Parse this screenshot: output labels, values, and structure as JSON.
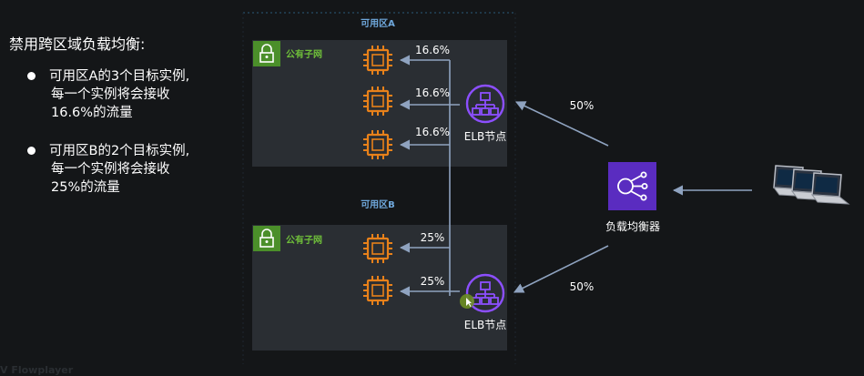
{
  "left_panel": {
    "title": "禁用跨区域负载均衡:",
    "bullets": [
      {
        "lines": [
          "可用区A的3个目标实例,",
          "每一个实例将会接收",
          "16.6%的流量"
        ]
      },
      {
        "lines": [
          "可用区B的2个目标实例,",
          "每一个实例将会接收",
          "25%的流量"
        ]
      }
    ]
  },
  "zones": {
    "a": {
      "label": "可用区A",
      "subnet_label": "公有子网",
      "targets": [
        "16.6%",
        "16.6%",
        "16.6%"
      ],
      "elb_label": "ELB节点"
    },
    "b": {
      "label": "可用区B",
      "subnet_label": "公有子网",
      "targets": [
        "25%",
        "25%"
      ],
      "elb_label": "ELB节点"
    }
  },
  "load_balancer": {
    "label": "负载均衡器",
    "split_top": "50%",
    "split_bottom": "50%"
  },
  "icons": {
    "subnet": "lock-icon",
    "target": "chip-icon",
    "elb_node": "elb-node-icon",
    "load_balancer": "load-balancer-icon",
    "clients": "laptops-icon"
  },
  "colors": {
    "subnet_green": "#6fbf3a",
    "chip_orange": "#e8811a",
    "elb_purple": "#8c4fff",
    "az_blue": "#6fa8dc"
  },
  "watermark": "V Flowplayer"
}
